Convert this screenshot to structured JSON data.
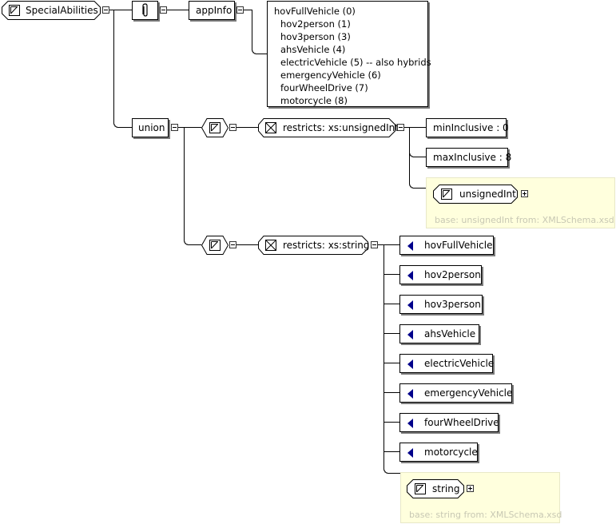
{
  "root": {
    "name": "SpecialAbilities"
  },
  "annotation": {
    "appinfo_label": "appInfo",
    "doc_lines": [
      "hovFullVehicle (0)",
      "hov2person (1)",
      "hov3person (3)",
      "ahsVehicle (4)",
      "electricVehicle (5) -- also hybrids",
      "emergencyVehicle (6)",
      "fourWheelDrive (7)",
      "motorcycle (8)"
    ]
  },
  "union": {
    "label": "union",
    "int_branch": {
      "restriction": "restricts: xs:unsignedInt",
      "min": "minInclusive : 0",
      "max": "maxInclusive : 8",
      "base_type": "unsignedInt",
      "base_footer": "base: unsignedInt from: XMLSchema.xsd"
    },
    "string_branch": {
      "restriction": "restricts: xs:string",
      "enumerations": [
        "hovFullVehicle",
        "hov2person",
        "hov3person",
        "ahsVehicle",
        "electricVehicle",
        "emergencyVehicle",
        "fourWheelDrive",
        "motorcycle"
      ],
      "base_type": "string",
      "base_footer": "base: string from: XMLSchema.xsd"
    }
  },
  "icons": {
    "simple_type": "simple-type-icon",
    "restriction": "restriction-icon",
    "enumeration": "enumeration-arrow-icon",
    "annotation": "paperclip-icon"
  },
  "colors": {
    "enum_arrow": "#00008b",
    "base_type_bg": "#ffffdd",
    "footer_text": "#c8c8b4"
  }
}
